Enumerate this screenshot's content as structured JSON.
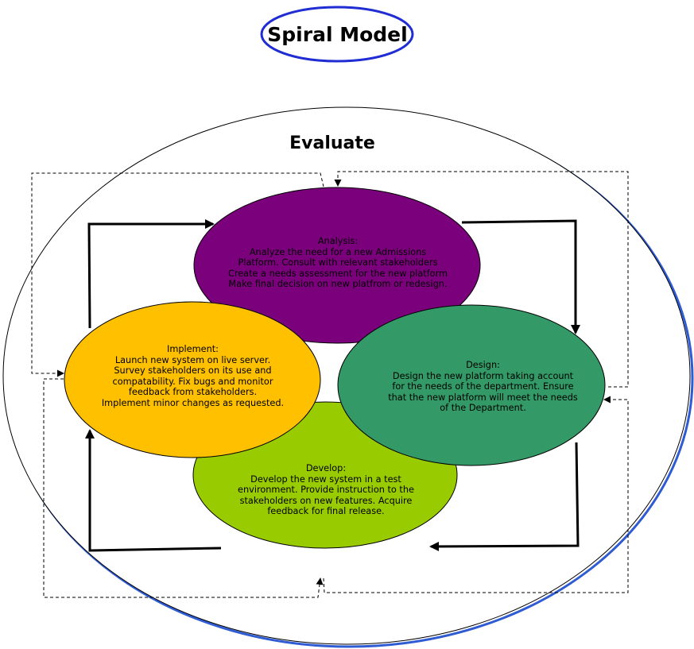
{
  "title": "Spiral Model",
  "evaluate_label": "Evaluate",
  "colors": {
    "title_border": "#1f2dd3",
    "analysis": "#7b007b",
    "design": "#339966",
    "implement": "#ffc000",
    "develop": "#99cc00",
    "outer_shadow": "#2f5bd3"
  },
  "phases": {
    "analysis": {
      "heading": "Analysis:",
      "lines": [
        "Analyze the need for a new Admissions",
        "Platform.  Consult with relevant stakeholders",
        "Create a needs assessment for the new platform",
        "Make final decision on new platfrom or redesign."
      ]
    },
    "design": {
      "heading": "Design:",
      "lines": [
        "Design the new platform taking account",
        "for the needs of the department.  Ensure",
        "that the new platform will meet the needs",
        "of the Department."
      ]
    },
    "implement": {
      "heading": "Implement:",
      "lines": [
        "Launch new system on live server.",
        "Survey stakeholders on its use and",
        "compatability.  Fix bugs and monitor",
        "feedback from stakeholders.",
        "Implement minor changes as requested."
      ]
    },
    "develop": {
      "heading": "Develop:",
      "lines": [
        "Develop the new system in a test",
        "environment.  Provide instruction to the",
        "stakeholders on new features.  Acquire",
        "feedback for final release."
      ]
    }
  }
}
